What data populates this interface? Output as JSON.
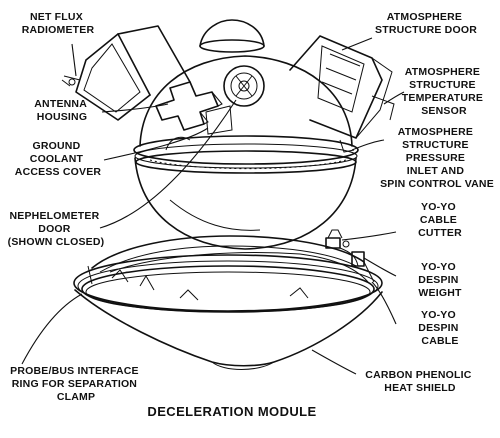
{
  "labels": {
    "net_flux": [
      "NET FLUX",
      "RADIOMETER"
    ],
    "antenna": [
      "ANTENNA",
      "HOUSING"
    ],
    "ground_coolant": [
      "GROUND",
      "COOLANT",
      "ACCESS COVER"
    ],
    "nephelometer": [
      "NEPHELOMETER",
      "DOOR",
      "(SHOWN CLOSED)"
    ],
    "atm_door": [
      "ATMOSPHERE",
      "STRUCTURE DOOR"
    ],
    "atm_temp": [
      "ATMOSPHERE",
      "STRUCTURE",
      "TEMPERATURE",
      "SENSOR"
    ],
    "atm_pressure": [
      "ATMOSPHERE",
      "STRUCTURE",
      "PRESSURE",
      "INLET AND",
      "SPIN CONTROL VANE"
    ],
    "yoyo_cutter": [
      "YO-YO",
      "CABLE",
      "CUTTER"
    ],
    "yoyo_weight": [
      "YO-YO",
      "DESPIN",
      "WEIGHT"
    ],
    "yoyo_cable": [
      "YO-YO",
      "DESPIN",
      "CABLE"
    ],
    "interface_ring": [
      "PROBE/BUS INTERFACE",
      "RING FOR SEPARATION",
      "CLAMP"
    ],
    "heat_shield": [
      "CARBON PHENOLIC",
      "HEAT SHIELD"
    ]
  },
  "title": "DECELERATION MODULE"
}
